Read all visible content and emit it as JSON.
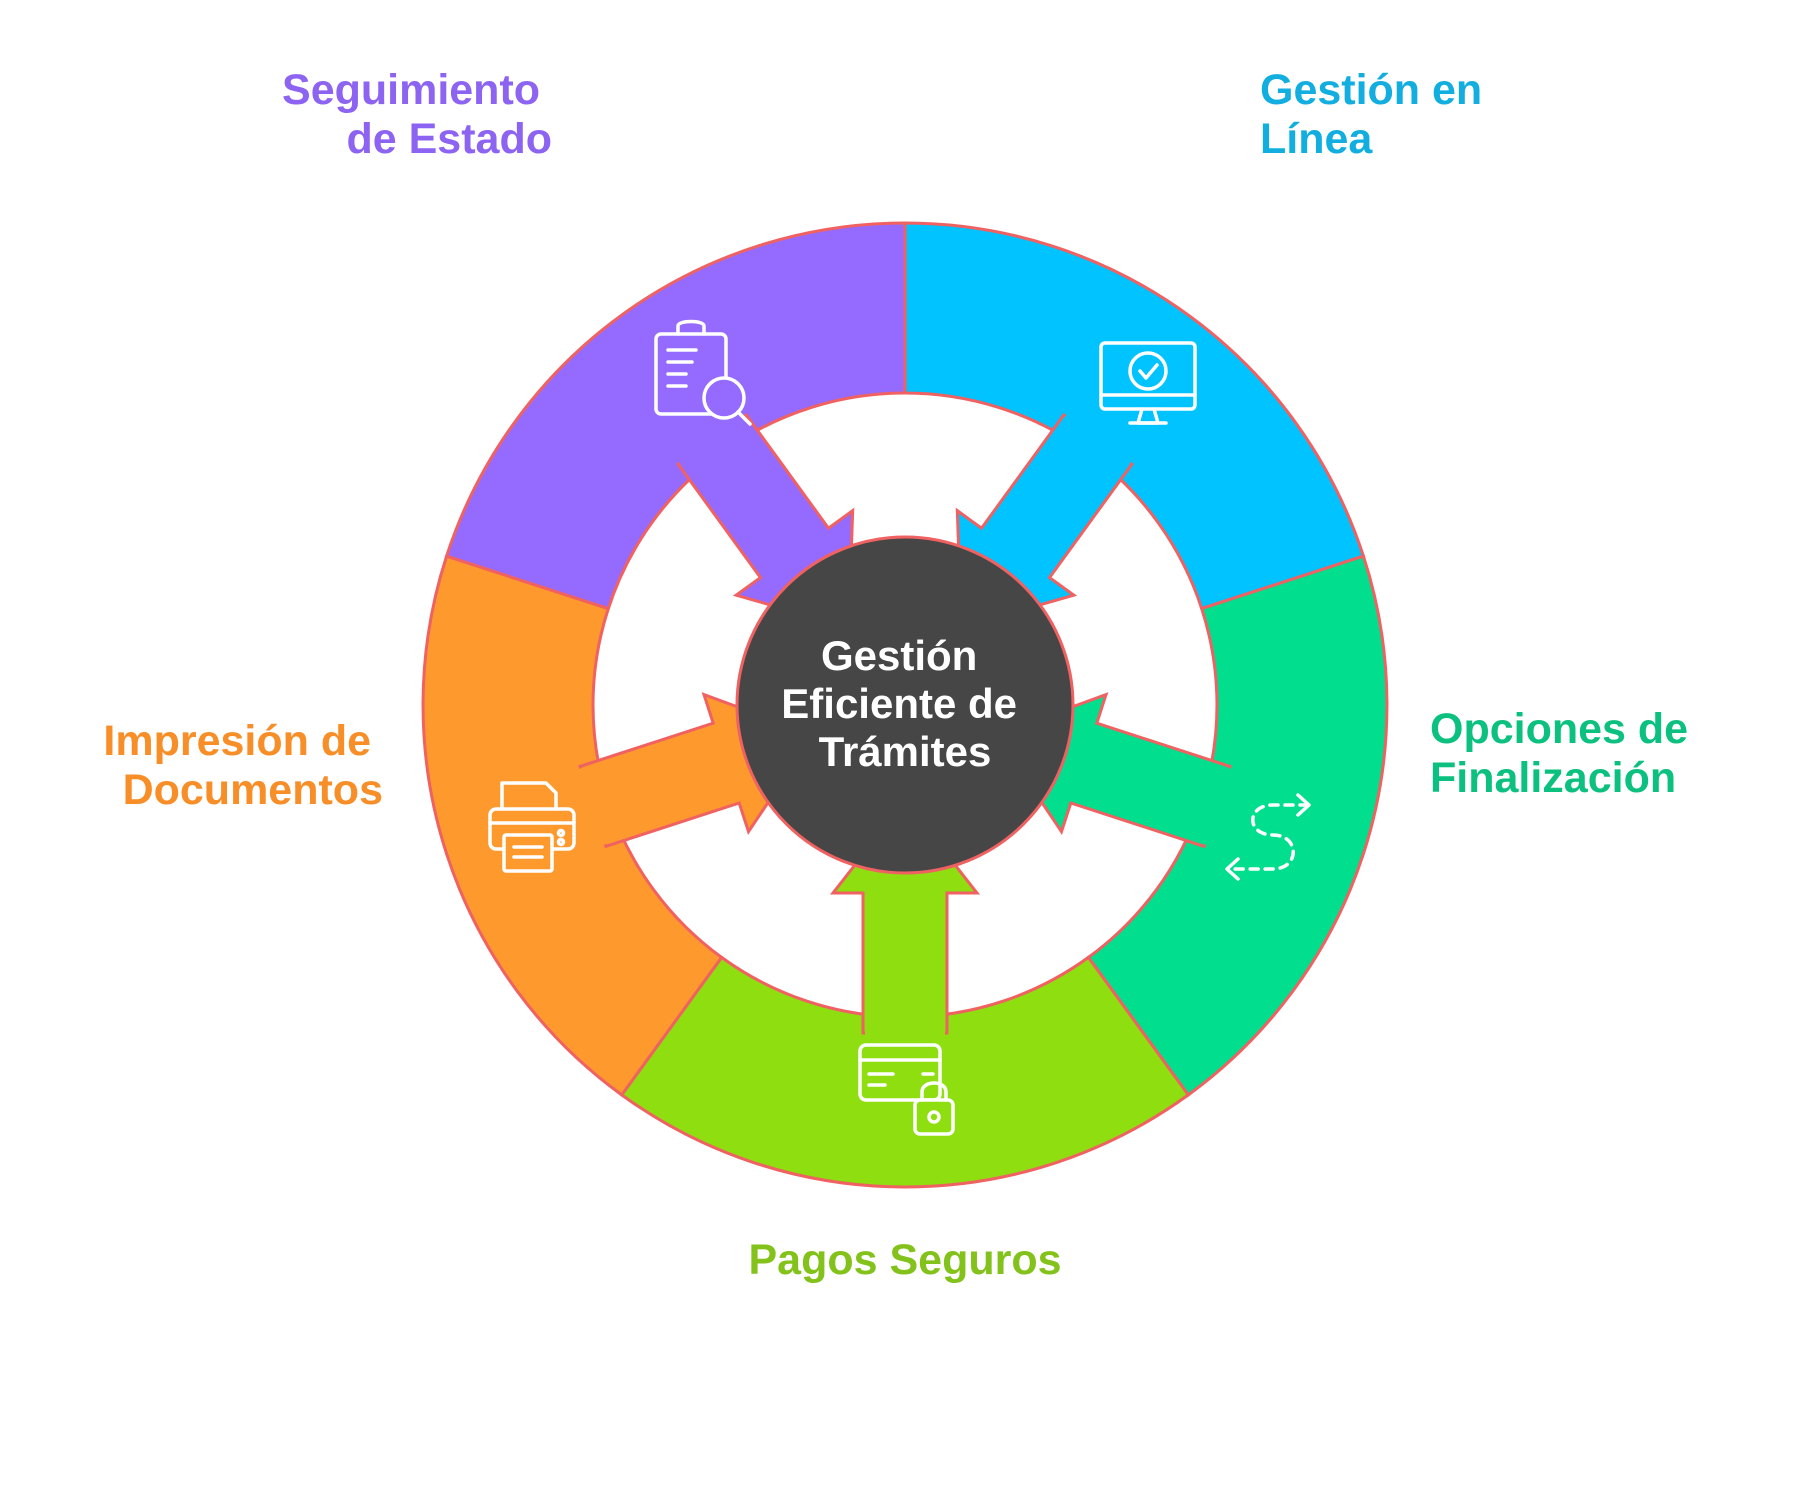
{
  "center": {
    "lines": [
      "Gestión",
      "Eficiente de",
      "Trámites"
    ],
    "color": "#464646"
  },
  "outline_color": "#f06161",
  "segments": [
    {
      "id": "gestion-en-linea",
      "lines": [
        "Gestión en",
        "Línea"
      ],
      "fill": "#00c3ff",
      "label_color": "#12aee0",
      "icon": "monitor-check-icon"
    },
    {
      "id": "opciones-de-finalizacion",
      "lines": [
        "Opciones de",
        "Finalización"
      ],
      "fill": "#00de8e",
      "label_color": "#0cc17f",
      "icon": "dashed-path-arrows-icon"
    },
    {
      "id": "pagos-seguros",
      "lines": [
        "Pagos Seguros"
      ],
      "fill": "#8ede10",
      "label_color": "#82c21b",
      "icon": "credit-card-lock-icon"
    },
    {
      "id": "impresion-de-documentos",
      "lines": [
        "Impresión de",
        "Documentos"
      ],
      "fill": "#fe992e",
      "label_color": "#f78e28",
      "icon": "printer-icon"
    },
    {
      "id": "seguimiento-de-estado",
      "lines": [
        "Seguimiento",
        "de Estado"
      ],
      "fill": "#956bff",
      "label_color": "#8d63f1",
      "icon": "clipboard-search-icon"
    }
  ]
}
